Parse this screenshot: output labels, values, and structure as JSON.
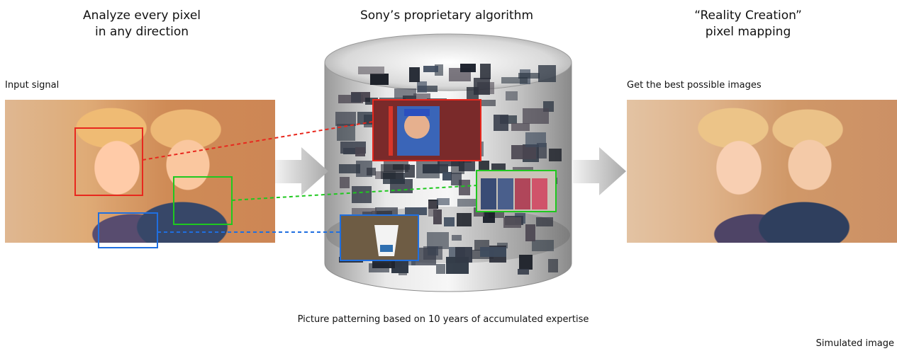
{
  "headings": {
    "left_line1": "Analyze every pixel",
    "left_line2": "in any direction",
    "center": "Sony’s proprietary algorithm",
    "right_line1": "“Reality Creation”",
    "right_line2": "pixel mapping"
  },
  "labels": {
    "input": "Input signal",
    "output": "Get the best possible images"
  },
  "caption": "Picture patterning based on 10 years of accumulated expertise",
  "footnote": "Simulated image",
  "colors": {
    "red": "#e8281e",
    "green": "#1fc81f",
    "blue": "#1f6fe0",
    "arrow": "#bdbdbd"
  }
}
